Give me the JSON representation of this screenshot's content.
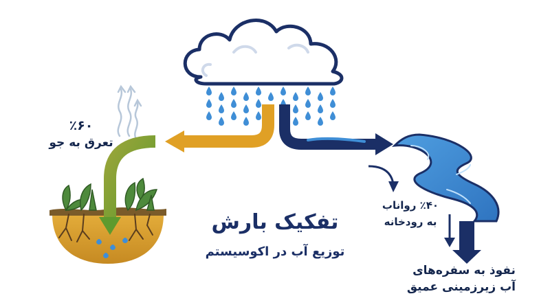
{
  "title": "تفکیک بارش",
  "subtitle": "توزیع آب در اکوسیستم",
  "flows": {
    "evapotranspiration": {
      "percent_label": "٪۶۰",
      "description": "تعرق به جو"
    },
    "runoff": {
      "line1": "٪۴۰ رواناب",
      "line2": "به رودخانه"
    },
    "groundwater": {
      "line1": "نفوذ به سفره‌های",
      "line2": "آب زیرزمینی عمیق"
    }
  },
  "colors": {
    "evap_arrow": "#e0a025",
    "runoff_arrow": "#1b2f66",
    "infiltration_arrow": "#6e9a2e",
    "rain_drop": "#3f8ed6",
    "river": "#3a86d0",
    "soil": "#d49a2a",
    "plant": "#4e8a3c",
    "cloud_outline": "#1b2f66"
  },
  "icons": [
    "cloud-icon",
    "rain-drops-icon",
    "steam-icon",
    "plant-soil-icon",
    "river-icon"
  ]
}
